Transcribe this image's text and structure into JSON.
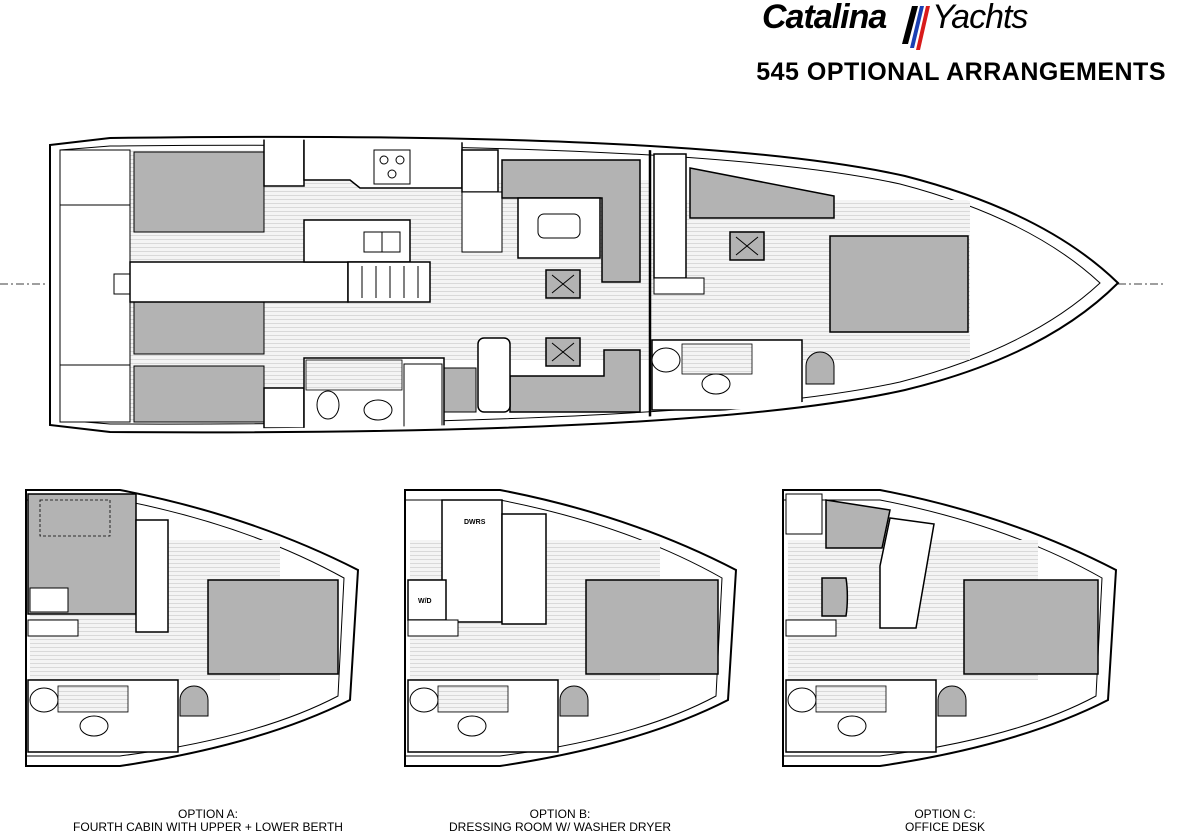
{
  "brand": {
    "word1": "Catalina",
    "word2": "Yachts",
    "stripe_colors": [
      "#1a3fb3",
      "#d81b1b"
    ]
  },
  "title": "545 OPTIONAL ARRANGEMENTS",
  "colors": {
    "line": "#000000",
    "upholstery": "#b3b3b3",
    "floor": "#e6e6e6",
    "background": "#ffffff"
  },
  "main_plan": {
    "name": "main deck layout"
  },
  "options": [
    {
      "heading": "OPTION A:",
      "description": "FOURTH CABIN WITH UPPER + LOWER BERTH"
    },
    {
      "heading": "OPTION B:",
      "description": "DRESSING ROOM W/ WASHER DRYER",
      "labels": [
        "DWRS",
        "W/D"
      ]
    },
    {
      "heading": "OPTION C:",
      "description": "OFFICE DESK"
    }
  ]
}
